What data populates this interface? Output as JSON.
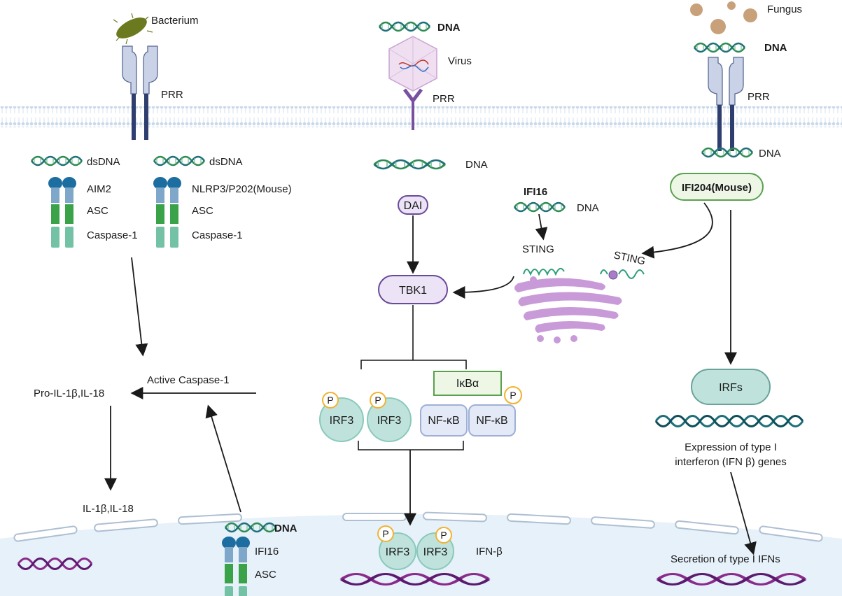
{
  "pathogens": {
    "bacterium": "Bacterium",
    "virus": "Virus",
    "fungus": "Fungus"
  },
  "receptors": {
    "prr_left": "PRR",
    "prr_mid": "PRR",
    "prr_right": "PRR"
  },
  "dna_labels": {
    "virus_dna": "DNA",
    "fungus_dna": "DNA",
    "dsdna_1": "dsDNA",
    "dsdna_2": "dsDNA",
    "cyto_dna_mid": "DNA",
    "cyto_dna_right": "DNA",
    "ifi16_dna": "DNA",
    "nuclear_dna": "DNA"
  },
  "inflammasome_left": {
    "sensor": "AIM2",
    "adaptor": "ASC",
    "effector": "Caspase-1"
  },
  "inflammasome_right": {
    "sensor": "NLRP3/P202(Mouse)",
    "adaptor": "ASC",
    "effector": "Caspase-1"
  },
  "nodes": {
    "dai": "DAI",
    "ifi16_top": "IFI16",
    "sting_left": "STING",
    "sting_right": "STING",
    "tbk1": "TBK1",
    "ifi204": "IFI204(Mouse)",
    "irfs": "IRFs",
    "ikba": "IκBα",
    "irf3_a": "IRF3",
    "irf3_b": "IRF3",
    "nfkb_a": "NF-κB",
    "nfkb_b": "NF-κB",
    "irf3_nuc_a": "IRF3",
    "irf3_nuc_b": "IRF3",
    "phospho": "P",
    "ifi16_nuc": "IFI16",
    "asc_nuc": "ASC"
  },
  "texts": {
    "active_caspase": "Active Caspase-1",
    "pro_il": "Pro-IL-1β,IL-18",
    "il": "IL-1β,IL-18",
    "ifn_beta": "IFN-β",
    "expression_1": "Expression of type I",
    "expression_2": "interferon (IFN β) genes",
    "secretion": "Secretion of type I IFNs"
  },
  "colors": {
    "membrane": "#b7cde3",
    "receptor": "#c9d2e6",
    "receptor_stem": "#2e3e6e",
    "irf_fill": "#bfe3dc",
    "nfkb_fill": "#e3e9f6",
    "sting_fill": "#c99ad8",
    "nucleus": "#e6f1fa",
    "dna_green": "#2e8b57",
    "dna_purple": "#8a2a8a",
    "dna_teal": "#1f6f7a",
    "phospho_ring": "#f0b330"
  }
}
